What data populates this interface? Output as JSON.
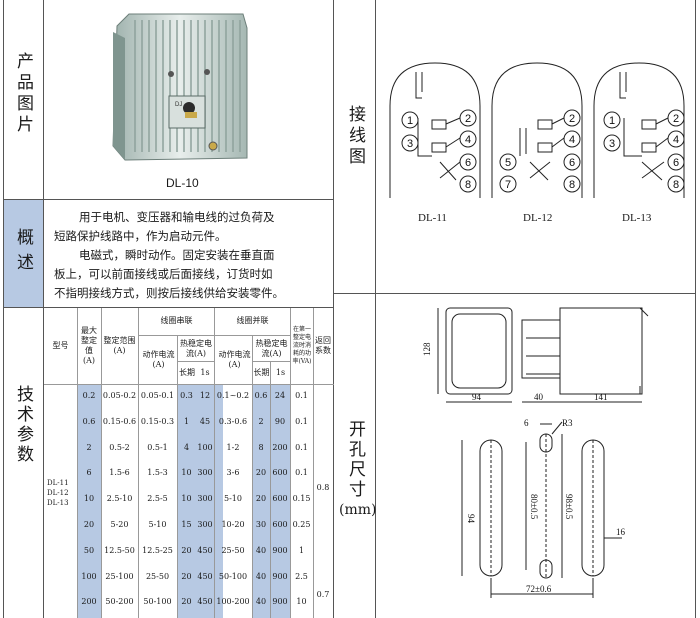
{
  "labels": {
    "product_picture": "产品图片",
    "overview": "概述",
    "tech_params": "技术参数",
    "wiring_diagram": "接线图",
    "cutout_size": "开孔尺寸",
    "cutout_unit": "(mm)"
  },
  "product": {
    "model": "DL-10",
    "relay_face_label": "DJ"
  },
  "overview": {
    "line1": "用于电机、变压器和输电线的过负荷及",
    "line2": "短路保护线路中，作为启动元件。",
    "line3": "电磁式，瞬时动作。固定安装在垂直面",
    "line4": "板上，可以前面接线或后面接线，订货时如",
    "line5": "不指明接线方式，则按后接线供给安装零件。"
  },
  "table": {
    "h_model": "型号",
    "h_max": "最大整定值(A)",
    "h_range": "整定范围(A)",
    "h_series": "线圈串联",
    "h_parallel": "线圈并联",
    "h_act": "动作电流(A)",
    "h_therm": "热稳定电流(A)",
    "h_long": "长期",
    "h_1s": "1s",
    "h_power": "在第一整定电流时消耗的功率(VA)",
    "h_return": "返回系数",
    "models": "DL-11\nDL-12\nDL-13",
    "return_a": "0.8",
    "return_b": "0.7",
    "rows": [
      [
        "0.2",
        "0.05-0.2",
        "0.05-0.1",
        "0.3",
        "12",
        "0.1~0.2",
        "0.6",
        "24",
        "0.1"
      ],
      [
        "0.6",
        "0.15-0.6",
        "0.15-0.3",
        "1",
        "45",
        "0.3-0.6",
        "2",
        "90",
        "0.1"
      ],
      [
        "2",
        "0.5-2",
        "0.5-1",
        "4",
        "100",
        "1-2",
        "8",
        "200",
        "0.1"
      ],
      [
        "6",
        "1.5-6",
        "1.5-3",
        "10",
        "300",
        "3-6",
        "20",
        "600",
        "0.1"
      ],
      [
        "10",
        "2.5-10",
        "2.5-5",
        "10",
        "300",
        "5-10",
        "20",
        "600",
        "0.15"
      ],
      [
        "20",
        "5-20",
        "5-10",
        "15",
        "300",
        "10-20",
        "30",
        "600",
        "0.25"
      ],
      [
        "50",
        "12.5-50",
        "12.5-25",
        "20",
        "450",
        "25-50",
        "40",
        "900",
        "1"
      ],
      [
        "100",
        "25-100",
        "25-50",
        "20",
        "450",
        "50-100",
        "40",
        "900",
        "2.5"
      ],
      [
        "200",
        "50-200",
        "50-100",
        "20",
        "450",
        "100-200",
        "40",
        "900",
        "10"
      ]
    ]
  },
  "wiring": {
    "d1": {
      "label": "DL-11",
      "terminals": [
        "1",
        "2",
        "3",
        "4",
        "6",
        "8"
      ]
    },
    "d2": {
      "label": "DL-12",
      "terminals": [
        "2",
        "4",
        "5",
        "6",
        "7",
        "8"
      ]
    },
    "d3": {
      "label": "DL-13",
      "terminals": [
        "1",
        "2",
        "3",
        "4",
        "6",
        "8"
      ]
    }
  },
  "dims": {
    "h128": "128",
    "w94": "94",
    "w40": "40",
    "w141": "141",
    "six": "6",
    "r3": "R3",
    "h94": "94",
    "h80": "80±0.5",
    "h98": "98±0.5",
    "w16": "16",
    "w72": "72±0.6"
  }
}
